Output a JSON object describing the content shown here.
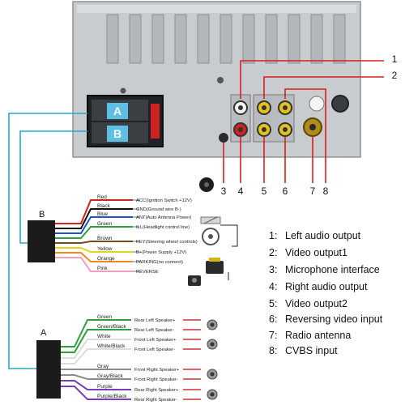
{
  "connectors": {
    "a": "A",
    "b": "B"
  },
  "callouts": [
    "1",
    "2",
    "3",
    "4",
    "5",
    "6",
    "7",
    "8"
  ],
  "harness_b": {
    "wires": [
      {
        "color": "Red",
        "label": "ACC(Ignition Switch +12V)",
        "hex": "#d32020"
      },
      {
        "color": "Black",
        "label": "GND(Ground wire B-)",
        "hex": "#111111"
      },
      {
        "color": "Blue",
        "label": "ANT(Auto Antenna Power)",
        "hex": "#1a56c8"
      },
      {
        "color": "Green",
        "label": "ILL(Headlight control line)",
        "hex": "#2e9e3e"
      },
      {
        "color": "Brown",
        "label": "KEY(Steering wheel controls)",
        "hex": "#7a4a1e"
      },
      {
        "color": "Yellow",
        "label": "B+(Power Supply +12V)",
        "hex": "#e8d21a"
      },
      {
        "color": "Orange",
        "label": "PARKING(no connect)",
        "hex": "#f08a1c"
      },
      {
        "color": "Pink",
        "label": "REVERSE",
        "hex": "#f2a0b8"
      }
    ]
  },
  "harness_a": {
    "wires": [
      {
        "color": "Green",
        "label": "Rear Left Speaker+"
      },
      {
        "color": "Green/Black",
        "label": "Rear Left Speaker-"
      },
      {
        "color": "White",
        "label": "Front Left Speaker+"
      },
      {
        "color": "White/Black",
        "label": "Front Left Speaker-"
      },
      {
        "color": "Gray",
        "label": "Front Right Speaker+"
      },
      {
        "color": "Gray/Black",
        "label": "Front Right Speaker-"
      },
      {
        "color": "Purple",
        "label": "Rear Right Speaker+"
      },
      {
        "color": "Purple/Black",
        "label": "Rear Right Speaker-"
      }
    ]
  },
  "legend": [
    {
      "num": "1:",
      "text": "Left audio output"
    },
    {
      "num": "2:",
      "text": "Video output1"
    },
    {
      "num": "3:",
      "text": "Microphone interface"
    },
    {
      "num": "4:",
      "text": "Right audio output"
    },
    {
      "num": "5:",
      "text": "Video output2"
    },
    {
      "num": "6:",
      "text": "Reversing video input"
    },
    {
      "num": "7:",
      "text": "Radio antenna"
    },
    {
      "num": "8:",
      "text": "CVBS input"
    }
  ],
  "colors": {
    "panel": "#c9cccf",
    "callout_line": "#d81e1e",
    "harness_line": "#2aa7c9"
  }
}
